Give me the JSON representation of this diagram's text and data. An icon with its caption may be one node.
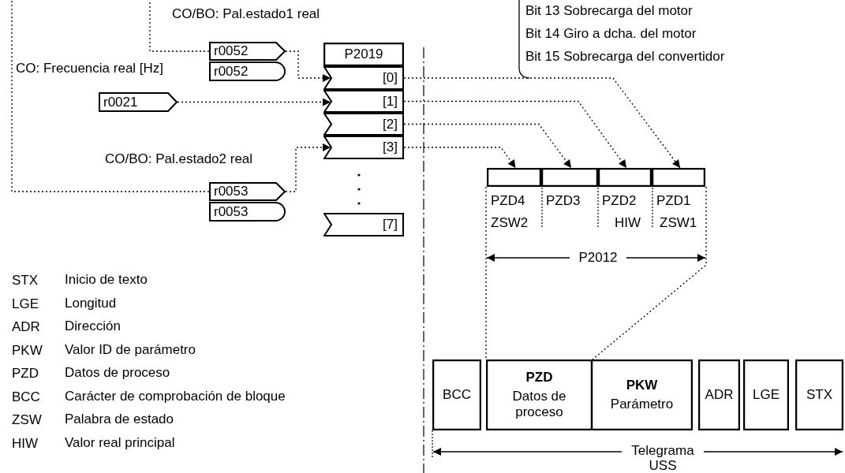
{
  "diagram": {
    "nodes": [
      {
        "text": [
          "r0052"
        ]
      },
      {
        "text": [
          "r0052"
        ]
      },
      {
        "text": [
          "r0021"
        ]
      },
      {
        "text": [
          "r0053"
        ]
      },
      {
        "text": [
          "r0053"
        ]
      },
      {
        "text": [
          "P2019"
        ]
      },
      {
        "text": [
          "[0]"
        ]
      },
      {
        "text": [
          "[1]"
        ]
      },
      {
        "text": [
          "[2]"
        ]
      },
      {
        "text": [
          "[3]"
        ]
      },
      {
        "text": [
          "[7]"
        ]
      },
      {
        "text": [],
        "shape": "box",
        "beside": [
          "PZD4",
          "ZSW2"
        ]
      },
      {
        "text": [],
        "shape": "box",
        "beside": [
          "PZD3"
        ]
      },
      {
        "text": [],
        "shape": "box",
        "beside": [
          "PZD2",
          "HIW"
        ]
      },
      {
        "text": [],
        "shape": "box",
        "beside": [
          "PZD1",
          "ZSW1"
        ]
      },
      {
        "text": [
          "BCC"
        ]
      },
      {
        "text": [
          "PZD",
          "Datos de proceso"
        ]
      },
      {
        "text": [
          "PKW",
          "Parámetro"
        ]
      },
      {
        "text": [
          "ADR"
        ]
      },
      {
        "text": [
          "LGE"
        ]
      },
      {
        "text": [
          "STX"
        ]
      }
    ],
    "edges": [
      {
        "from": 0,
        "to": 6,
        "arrow": "to",
        "style": "dashed"
      },
      {
        "from": 2,
        "to": 7,
        "arrow": "to",
        "style": "dashed"
      },
      {
        "from": 3,
        "to": 9,
        "arrow": "to",
        "style": "dashed"
      },
      {
        "from": 6,
        "to": 14,
        "arrow": "to",
        "style": "dashed"
      },
      {
        "from": 7,
        "to": 13,
        "arrow": "to",
        "style": "dashed"
      },
      {
        "from": 8,
        "to": 12,
        "arrow": "to",
        "style": "dashed"
      },
      {
        "from": 9,
        "to": 11,
        "arrow": "to",
        "style": "dashed"
      },
      {
        "from": 0,
        "to": null,
        "arrow": "none",
        "style": "dashed"
      },
      {
        "from": 3,
        "to": null,
        "arrow": "none",
        "style": "dashed"
      },
      {
        "from": 11,
        "to": 16,
        "arrow": "none",
        "style": "dashed"
      },
      {
        "from": 14,
        "to": 16,
        "arrow": "none",
        "style": "dashed"
      }
    ],
    "labels": [
      "CO/BO: Pal.estado1 real",
      "Bit 13 Sobrecarga del motor",
      "Bit 14 Giro a dcha. del motor",
      "Bit 15 Sobrecarga del convertidor",
      "CO: Frecuencia real [Hz]",
      "CO/BO: Pal.estado2 real",
      "P2012",
      "STX",
      "Inicio de texto",
      "LGE",
      "Longitud",
      "ADR",
      "Dirección",
      "PKW",
      "Valor ID de parámetro",
      "PZD",
      "Datos de proceso",
      "BCC",
      "Carácter de comprobación de bloque",
      "ZSW",
      "Palabra de estado",
      "HIW",
      "Valor real principal",
      "Telegrama USS"
    ]
  }
}
